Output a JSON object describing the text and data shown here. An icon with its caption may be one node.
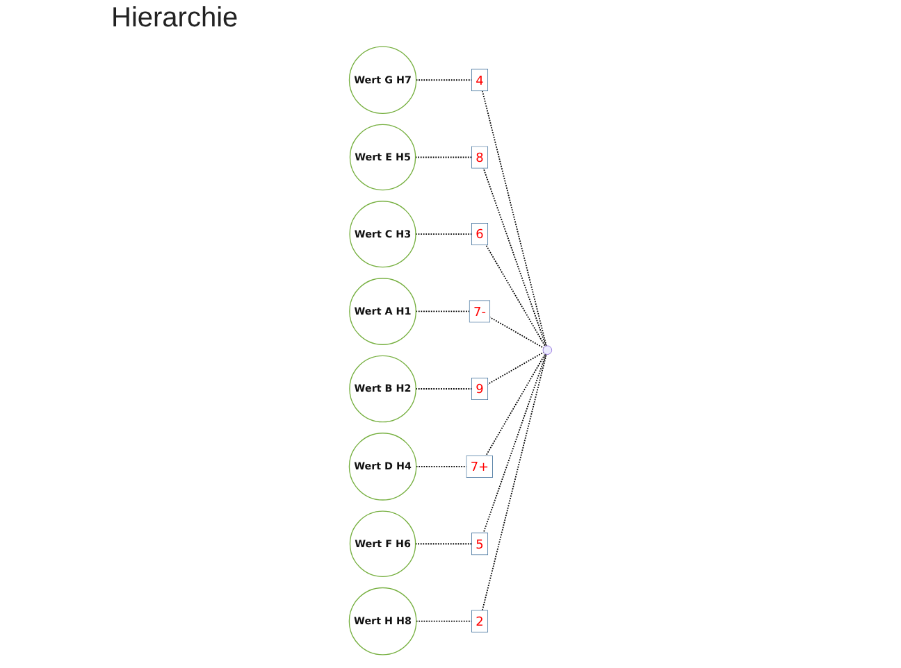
{
  "diagram": {
    "title": "Hierarchie",
    "nodes": [
      {
        "text": [
          "Wert G H7"
        ]
      },
      {
        "text": [
          "Wert E H5"
        ]
      },
      {
        "text": [
          "Wert C H3"
        ]
      },
      {
        "text": [
          "Wert A H1"
        ]
      },
      {
        "text": [
          "Wert B H2"
        ]
      },
      {
        "text": [
          "Wert D H4"
        ]
      },
      {
        "text": [
          "Wert F H6"
        ]
      },
      {
        "text": [
          "Wert H H8"
        ]
      },
      {
        "text": [],
        "shape": "circle"
      }
    ],
    "edges": [
      {
        "from": 0,
        "to": 8,
        "arrow": "none",
        "style": "dashed",
        "label": "4"
      },
      {
        "from": 1,
        "to": 8,
        "arrow": "none",
        "style": "dashed",
        "label": "8"
      },
      {
        "from": 2,
        "to": 8,
        "arrow": "none",
        "style": "dashed",
        "label": "6"
      },
      {
        "from": 3,
        "to": 8,
        "arrow": "none",
        "style": "dashed",
        "label": "7-"
      },
      {
        "from": 4,
        "to": 8,
        "arrow": "none",
        "style": "dashed",
        "label": "9"
      },
      {
        "from": 5,
        "to": 8,
        "arrow": "none",
        "style": "dashed",
        "label": "7+"
      },
      {
        "from": 6,
        "to": 8,
        "arrow": "none",
        "style": "dashed",
        "label": "5"
      },
      {
        "from": 7,
        "to": 8,
        "arrow": "none",
        "style": "dashed",
        "label": "2"
      }
    ]
  }
}
